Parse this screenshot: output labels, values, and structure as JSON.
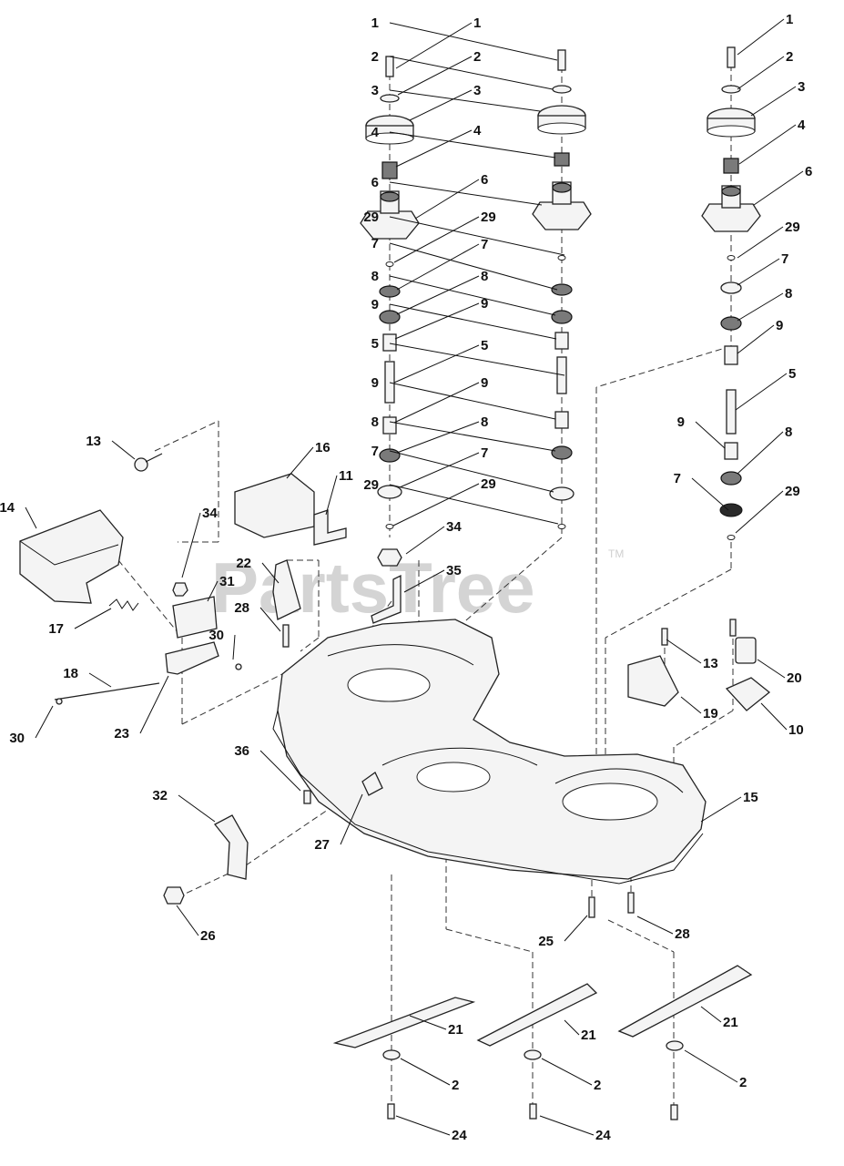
{
  "watermark": {
    "text": "PartsTree",
    "trademark": "TM"
  },
  "callouts": [
    "1",
    "2",
    "3",
    "4",
    "6",
    "29",
    "7",
    "8",
    "9",
    "5",
    "9",
    "8",
    "7",
    "29",
    "1",
    "2",
    "3",
    "4",
    "6",
    "29",
    "7",
    "8",
    "9",
    "5",
    "9",
    "8",
    "7",
    "29",
    "1",
    "2",
    "3",
    "4",
    "6",
    "29",
    "7",
    "8",
    "9",
    "5",
    "9",
    "8",
    "7",
    "29",
    "13",
    "16",
    "11",
    "14",
    "34",
    "31",
    "22",
    "28",
    "30",
    "17",
    "18",
    "23",
    "30",
    "34",
    "35",
    "13",
    "20",
    "19",
    "10",
    "36",
    "32",
    "27",
    "15",
    "26",
    "25",
    "28",
    "21",
    "21",
    "21",
    "2",
    "2",
    "2",
    "24",
    "24"
  ]
}
